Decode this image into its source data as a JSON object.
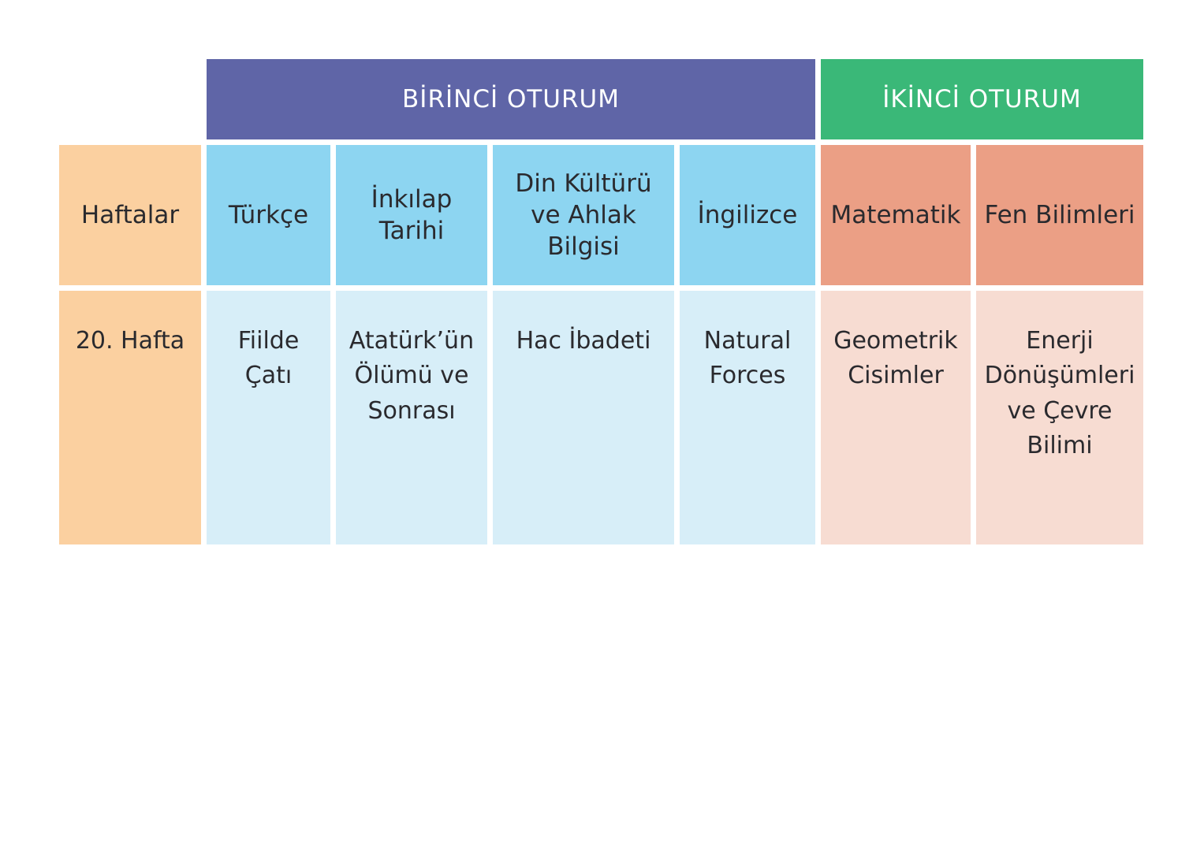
{
  "sessions": {
    "first": {
      "label": "BİRİNCİ OTURUM"
    },
    "second": {
      "label": "İKİNCİ OTURUM"
    }
  },
  "header": {
    "weeks_label": "Haftalar",
    "subjects": [
      "Türkçe",
      "İnkılap Tarihi",
      "Din Kültürü ve Ahlak Bilgisi",
      "İngilizce",
      "Matematik",
      "Fen Bilimleri"
    ]
  },
  "row": {
    "week": "20. Hafta",
    "topics": [
      "Fiilde Çatı",
      "Atatürk’ün Ölümü ve Sonrası",
      "Hac İbadeti",
      "Natural Forces",
      "Geometrik Cisimler",
      "Enerji Dönüşümleri ve Çevre Bilimi"
    ]
  },
  "colors": {
    "session1": "#5f65a7",
    "session2": "#3ab878",
    "week": "#fbd0a0",
    "subject1": "#8dd5f1",
    "subject2": "#eb9f85",
    "topic1": "#d7eef8",
    "topic2": "#f7dcd2",
    "text": "#2a2a2e"
  }
}
